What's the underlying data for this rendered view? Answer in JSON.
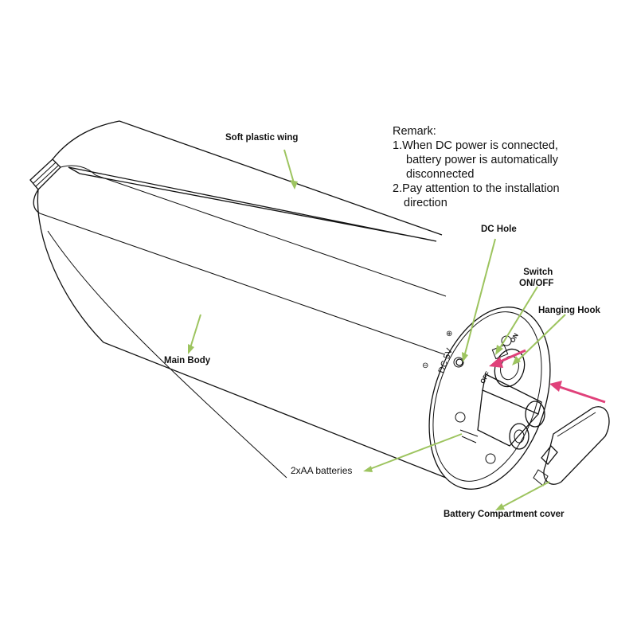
{
  "labels": {
    "soft_plastic_wing": "Soft plastic wing",
    "main_body": "Main Body",
    "dc_hole": "DC Hole",
    "switch_line1": "Switch",
    "switch_line2": "ON/OFF",
    "hanging_hook": "Hanging Hook",
    "batteries": "2xAA batteries",
    "battery_cover": "Battery Compartment cover"
  },
  "remark": {
    "title": "Remark:",
    "line1": "1.When  DC power is connected,",
    "line2": "battery power is  automatically",
    "line3": "disconnected",
    "line4": "2.Pay attention to the installation",
    "line5": "direction"
  },
  "panel_marks": {
    "dc_5v": "DC 5V",
    "off": "OFF",
    "on": "ON",
    "minus": "⊖",
    "plus": "⊕"
  },
  "colors": {
    "pointer": "#9dc45f",
    "direction_arrow": "#e0417a",
    "line": "#111111"
  }
}
